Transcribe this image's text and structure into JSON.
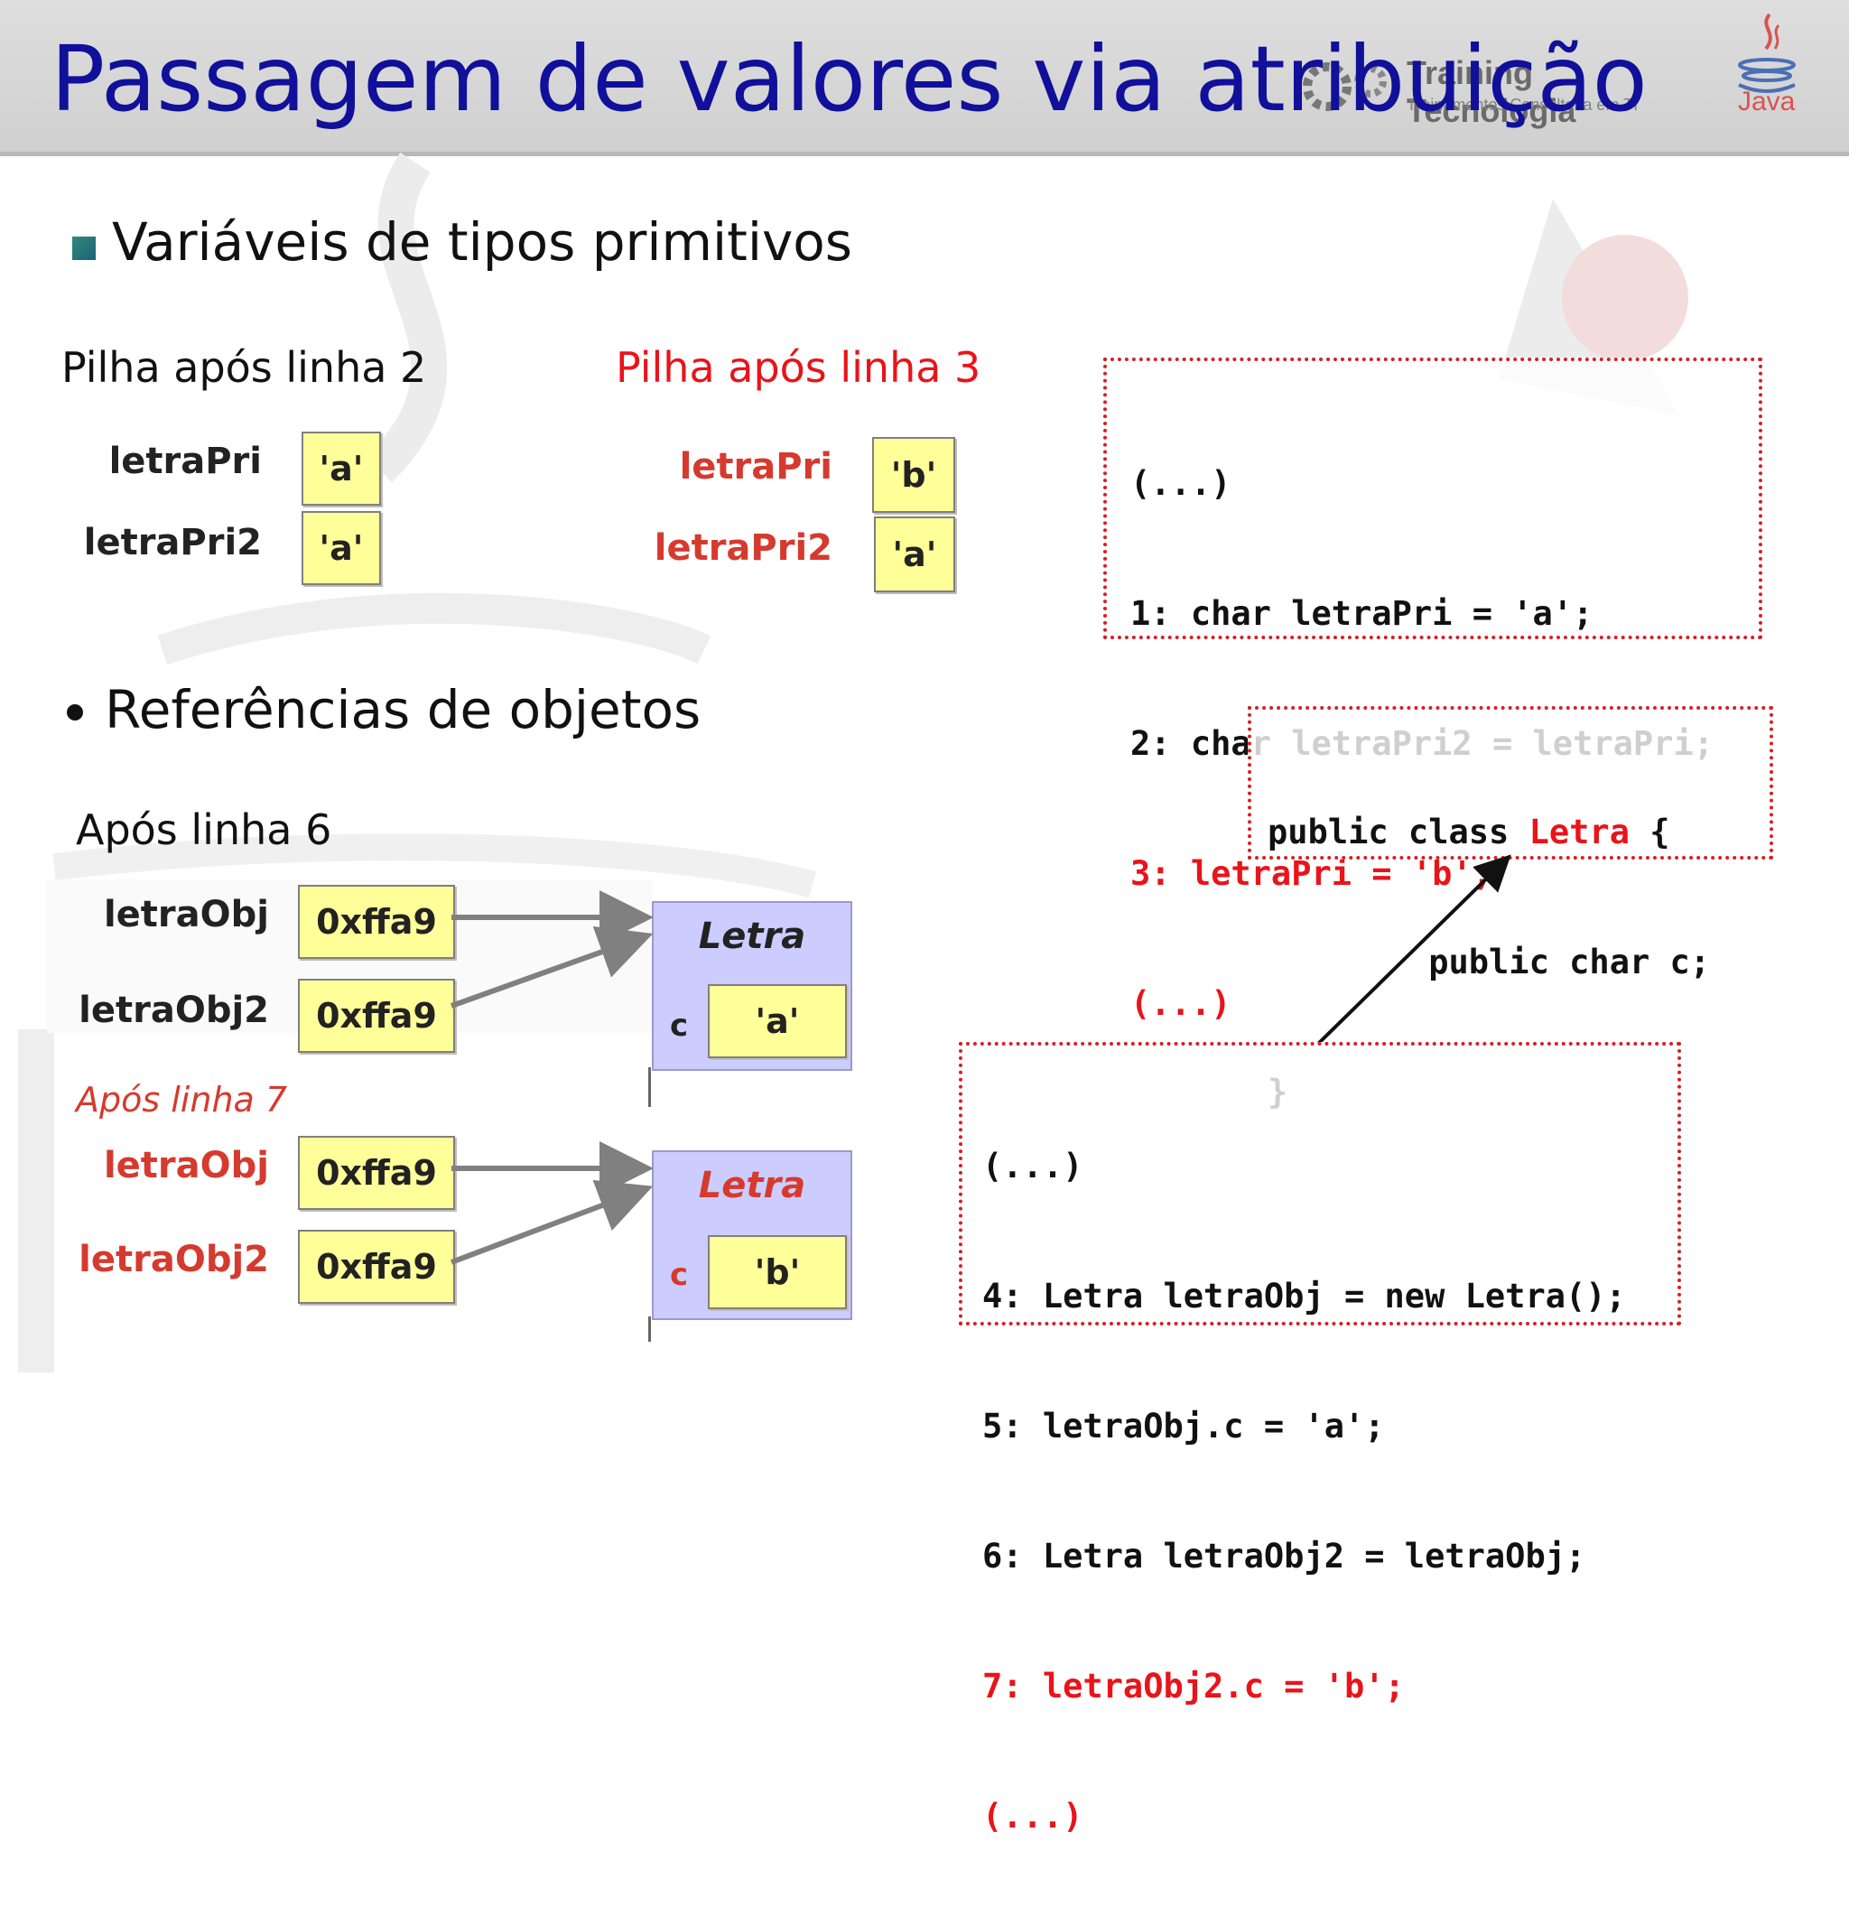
{
  "title": "Passagem de valores via atribuição",
  "brand": {
    "name": "Training Tecnologia",
    "tagline": "Treinamentos Consultoria em TI",
    "java_label": "Java"
  },
  "section_primitives": {
    "heading": "Variáveis de tipos primitivos",
    "stack_after_line2": {
      "label": "Pilha após linha 2",
      "rows": [
        {
          "var": "letraPri",
          "value": "'a'"
        },
        {
          "var": "letraPri2",
          "value": "'a'"
        }
      ]
    },
    "stack_after_line3": {
      "label": "Pilha após linha 3",
      "rows": [
        {
          "var": "letraPri",
          "value": "'b'"
        },
        {
          "var": "letraPri2",
          "value": "'a'"
        }
      ]
    },
    "code": {
      "lines": [
        "(...)",
        "1: char letraPri = 'a';",
        "2: char letraPri2 = letraPri;",
        "3: letraPri = 'b';",
        "(...)"
      ]
    }
  },
  "section_objects": {
    "heading": "Referências de objetos",
    "after_line6": {
      "label": "Após linha 6",
      "rows": [
        {
          "var": "letraObj",
          "value": "0xffa9"
        },
        {
          "var": "letraObj2",
          "value": "0xffa9"
        }
      ],
      "object": {
        "class": "Letra",
        "field": "c",
        "value": "'a'"
      }
    },
    "after_line7": {
      "label": "Após linha 7",
      "rows": [
        {
          "var": "letraObj",
          "value": "0xffa9"
        },
        {
          "var": "letraObj2",
          "value": "0xffa9"
        }
      ],
      "object": {
        "class": "Letra",
        "field": "c",
        "value": "'b'"
      }
    },
    "class_code": {
      "line1_prefix": "public class ",
      "line1_class": "Letra",
      "line1_suffix": " {",
      "line2": "        public char c;",
      "line3": "}"
    },
    "code": {
      "lines": [
        "(...)",
        "4: Letra letraObj = new Letra();",
        "5: letraObj.c = 'a';",
        "6: Letra letraObj2 = letraObj;",
        "7: letraObj2.c = 'b';",
        "(...)"
      ]
    }
  },
  "colors": {
    "title": "#10109a",
    "highlight": "#e8141a",
    "cell_fill": "#ffff99",
    "object_fill": "#ccccff"
  }
}
